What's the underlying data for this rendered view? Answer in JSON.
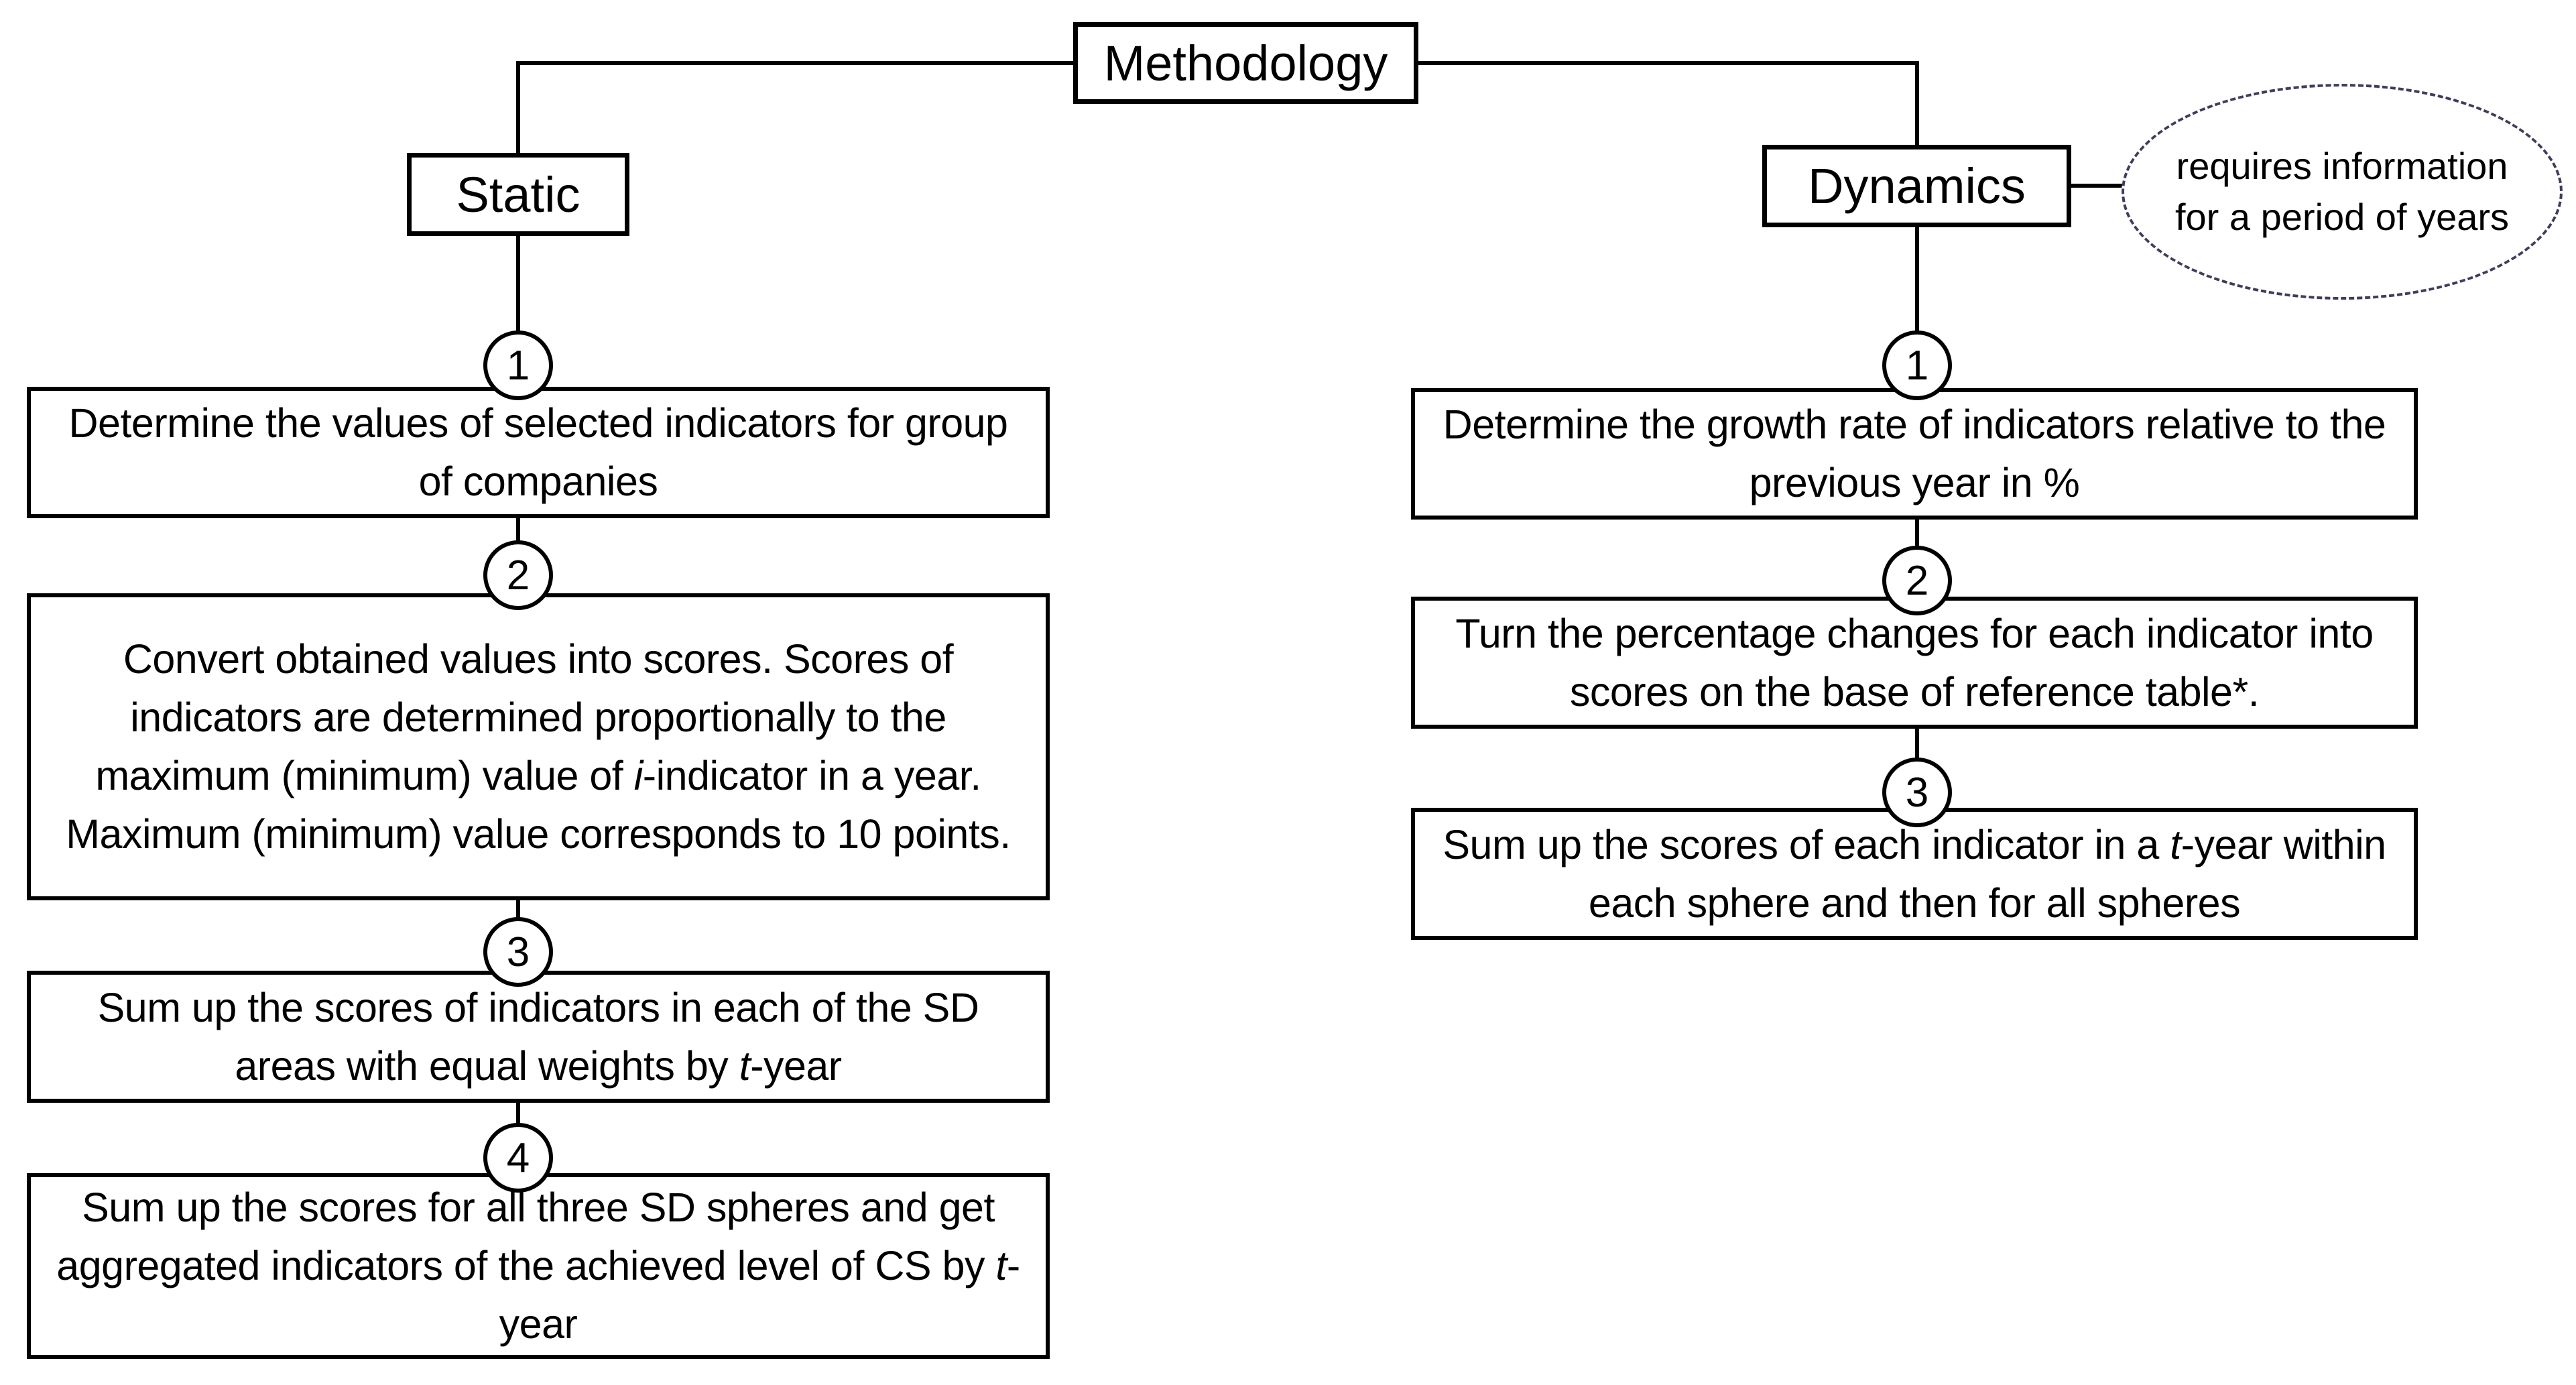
{
  "colors": {
    "ink": "#000000",
    "note_border": "#3d3d5c",
    "background": "#ffffff"
  },
  "methodology": {
    "label": "Methodology"
  },
  "static_branch": {
    "label": "Static",
    "steps": [
      {
        "num": "1",
        "segments": [
          {
            "t": "Determine the values of selected indicators for group of companies",
            "i": false
          }
        ]
      },
      {
        "num": "2",
        "segments": [
          {
            "t": "Convert obtained values into scores. Scores of indicators are determined proportionally to the maximum (minimum) value of ",
            "i": false
          },
          {
            "t": "i",
            "i": true
          },
          {
            "t": "-indicator in a year. Maximum (minimum) value corresponds to 10 points.",
            "i": false
          }
        ]
      },
      {
        "num": "3",
        "segments": [
          {
            "t": "Sum up the scores of indicators in each of the SD areas with equal weights by ",
            "i": false
          },
          {
            "t": "t",
            "i": true
          },
          {
            "t": "-year",
            "i": false
          }
        ]
      },
      {
        "num": "4",
        "segments": [
          {
            "t": "Sum up the scores for all three SD spheres and get aggregated indicators of the achieved level of CS by ",
            "i": false
          },
          {
            "t": "t",
            "i": true
          },
          {
            "t": "-year",
            "i": false
          }
        ]
      }
    ]
  },
  "dynamics_branch": {
    "label": "Dynamics",
    "note": {
      "lines": [
        "requires information",
        "for a period of years"
      ]
    },
    "steps": [
      {
        "num": "1",
        "segments": [
          {
            "t": "Determine the growth rate of indicators relative to the previous year in %",
            "i": false
          }
        ]
      },
      {
        "num": "2",
        "segments": [
          {
            "t": "Turn the percentage changes for each indicator into scores on the base of reference table*.",
            "i": false
          }
        ]
      },
      {
        "num": "3",
        "segments": [
          {
            "t": "Sum up the scores of each indicator in a ",
            "i": false
          },
          {
            "t": "t",
            "i": true
          },
          {
            "t": "-year within each sphere and then for all spheres",
            "i": false
          }
        ]
      }
    ]
  }
}
